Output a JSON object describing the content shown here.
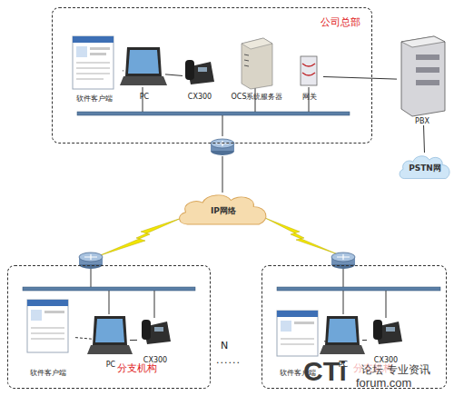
{
  "diagram": {
    "nodes": [
      {
        "text": [
          "公司总部"
        ]
      },
      {
        "text": [
          "软件客户端"
        ],
        "in": 0
      },
      {
        "text": [
          "PC"
        ],
        "in": 0
      },
      {
        "text": [
          "CX300"
        ],
        "in": 0
      },
      {
        "text": [
          "OCS系统服务器"
        ],
        "in": 0
      },
      {
        "text": [
          "网关"
        ],
        "in": 0
      },
      {
        "text": [
          "PBX"
        ]
      },
      {
        "text": [
          "PSTN网"
        ]
      },
      {
        "text": [
          "IP网络"
        ]
      },
      {
        "text": [
          "分支机构"
        ]
      },
      {
        "text": [
          "软件客户端"
        ],
        "in": 9
      },
      {
        "text": [
          "PC"
        ],
        "in": 9
      },
      {
        "text": [
          "CX300"
        ],
        "in": 9
      },
      {
        "text": [
          "分支机构"
        ]
      },
      {
        "text": [
          "软件客户端"
        ],
        "in": 13
      },
      {
        "text": [
          "PC"
        ],
        "in": 13
      },
      {
        "text": [
          "CX300"
        ],
        "in": 13
      }
    ],
    "edges": [
      {
        "from": 1,
        "to": 2,
        "arrow": "none"
      },
      {
        "from": 2,
        "to": 3,
        "arrow": "none"
      },
      {
        "from": 5,
        "to": 6,
        "arrow": "none"
      },
      {
        "from": 6,
        "to": 7,
        "arrow": "none"
      },
      {
        "from": 10,
        "to": 11,
        "arrow": "none"
      },
      {
        "from": 11,
        "to": 12,
        "arrow": "none"
      },
      {
        "from": 14,
        "to": 15,
        "arrow": "none"
      },
      {
        "from": 15,
        "to": 16,
        "arrow": "none"
      }
    ],
    "labels": [
      "N",
      "......",
      "CTi",
      "论坛 专业资讯",
      "forum.com"
    ]
  }
}
